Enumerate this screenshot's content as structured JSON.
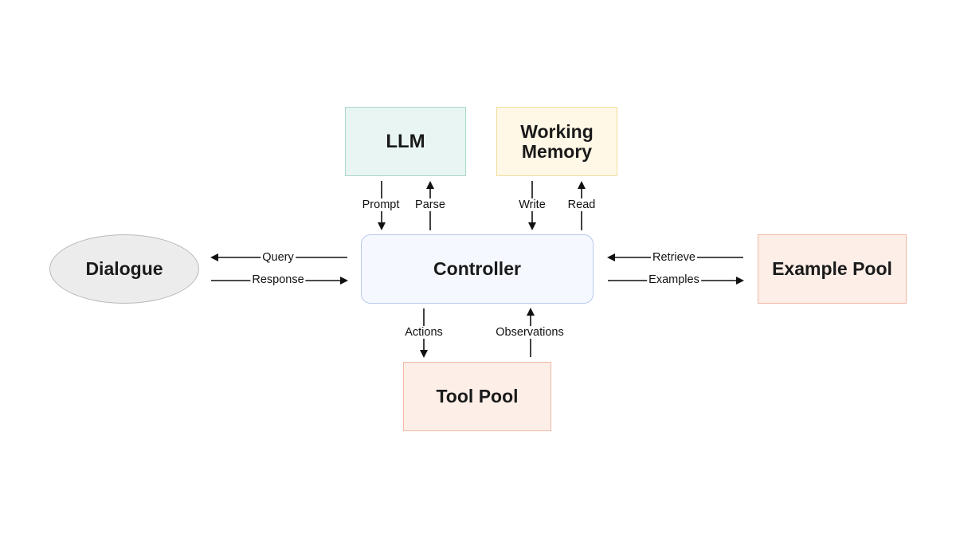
{
  "nodes": {
    "llm": "LLM",
    "working_memory": "Working\nMemory",
    "controller": "Controller",
    "dialogue": "Dialogue",
    "example_pool": "Example Pool",
    "tool_pool": "Tool Pool"
  },
  "edges": {
    "prompt": "Prompt",
    "parse": "Parse",
    "write": "Write",
    "read": "Read",
    "query": "Query",
    "response": "Response",
    "retrieve": "Retrieve",
    "examples": "Examples",
    "actions": "Actions",
    "observations": "Observations"
  }
}
